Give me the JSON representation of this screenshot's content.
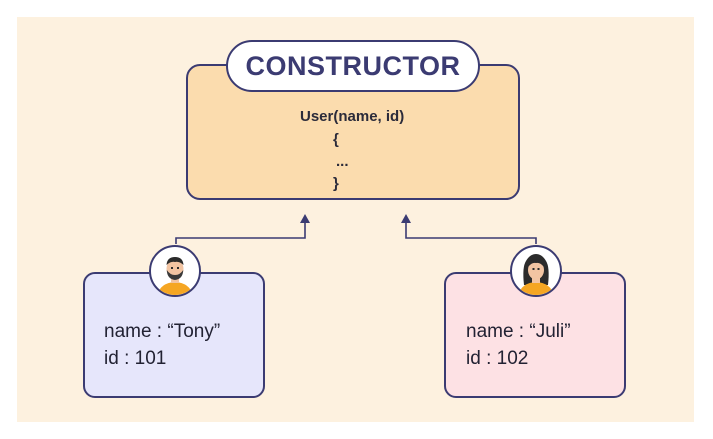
{
  "constructor": {
    "title": "CONSTRUCTOR",
    "signature": "User(name, id)",
    "open_brace": "{",
    "body": "...",
    "close_brace": "}"
  },
  "objects": [
    {
      "name_line": "name : “Tony”",
      "id_line": "id : 101",
      "avatar_icon": "man-avatar-icon"
    },
    {
      "name_line": "name : “Juli”",
      "id_line": "id : 102",
      "avatar_icon": "woman-avatar-icon"
    }
  ],
  "colors": {
    "outline": "#3b3b72",
    "constructor_fill": "#fbdcae",
    "background": "#fdf1df",
    "tony_fill": "#e6e6fb",
    "juli_fill": "#fde1e4"
  }
}
